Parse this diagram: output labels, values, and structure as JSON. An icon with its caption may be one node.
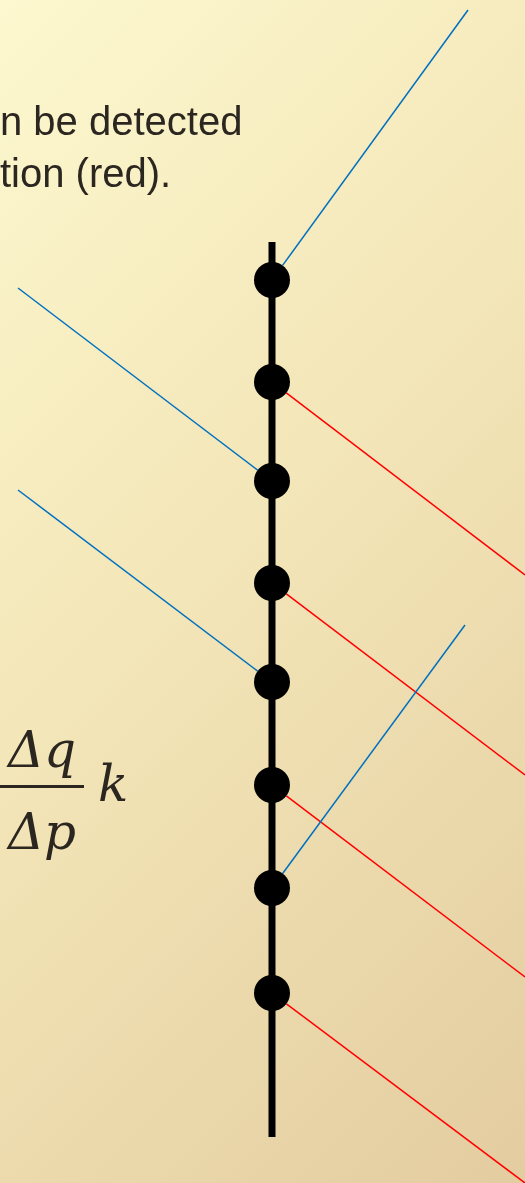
{
  "diagram": {
    "nodes": [
      {
        "text": [],
        "shape": "circle"
      },
      {
        "text": [],
        "shape": "circle"
      },
      {
        "text": [],
        "shape": "circle"
      },
      {
        "text": [],
        "shape": "circle"
      },
      {
        "text": [],
        "shape": "circle"
      },
      {
        "text": [],
        "shape": "circle"
      },
      {
        "text": [],
        "shape": "circle"
      },
      {
        "text": [],
        "shape": "circle"
      }
    ],
    "edges": [
      {
        "from": 0,
        "to": null,
        "arrow": "none",
        "color": "#0070c0"
      },
      {
        "from": 1,
        "to": null,
        "arrow": "none",
        "color": "#ff0000"
      },
      {
        "from": null,
        "to": 2,
        "arrow": "none",
        "color": "#0070c0"
      },
      {
        "from": 3,
        "to": null,
        "arrow": "none",
        "color": "#ff0000"
      },
      {
        "from": null,
        "to": 4,
        "arrow": "none",
        "color": "#0070c0"
      },
      {
        "from": 5,
        "to": null,
        "arrow": "none",
        "color": "#ff0000"
      },
      {
        "from": 6,
        "to": null,
        "arrow": "none",
        "color": "#0070c0"
      },
      {
        "from": 7,
        "to": null,
        "arrow": "none",
        "color": "#ff0000"
      }
    ],
    "labels": [
      "n be detected tion (red).",
      "Δq",
      "Δp",
      "k"
    ]
  }
}
